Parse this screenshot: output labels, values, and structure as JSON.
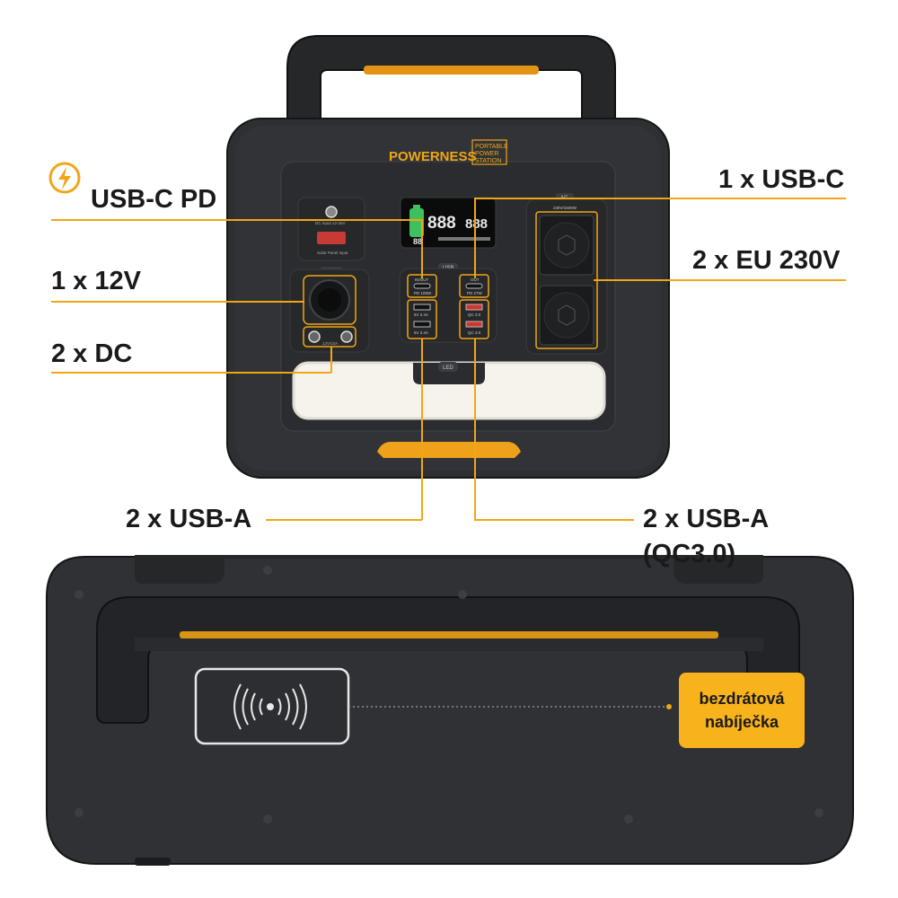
{
  "product": {
    "brand": "POWERNESS",
    "brand_tag": [
      "PORTABLE",
      "POWER",
      "STATION"
    ]
  },
  "panel_text": {
    "dc_input": "DC Input 12-25V",
    "solar_input": "Solar Panel Input",
    "dc_badge": "DC",
    "dc_output": "12V/10A",
    "usb_badge": "USB",
    "usbc_in_out": "IN/OUT",
    "usbc_in_out_spec": "PD 100W",
    "usbc_out": "OUT",
    "usbc_out_spec": "PD 27W",
    "usba_spec": "5V 2.4A",
    "qc_spec": "QC 3.0",
    "led_badge": "LED",
    "ac_badge": "AC",
    "ac_spec": "230V/1500W",
    "display_percent": "88",
    "display_in": "888",
    "display_out": "888"
  },
  "callouts": {
    "usbc_pd": "USB-C PD",
    "usbc_1": "1 x USB-C",
    "eu_230v": "2 x EU 230V",
    "dc_12v": "1 x 12V",
    "dc_2": "2 x DC",
    "usba_2": "2 x USB-A",
    "usba_qc_line1": "2 x USB-A",
    "usba_qc_line2": "(QC3.0)",
    "wireless_line1": "bezdrátová",
    "wireless_line2": "nabíječka"
  },
  "colors": {
    "accent": "#f0a616",
    "body": "#2b2d30",
    "badge": "#f7b21c"
  },
  "icons": [
    "lightning-icon",
    "wireless-charging-icon"
  ]
}
